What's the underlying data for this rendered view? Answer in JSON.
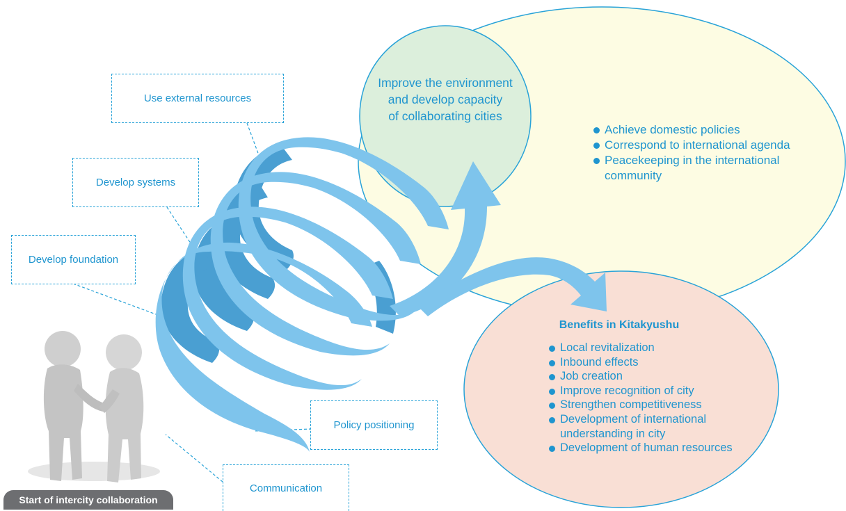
{
  "labels": {
    "use_external": "Use external resources",
    "develop_systems": "Develop systems",
    "develop_foundation": "Develop foundation",
    "policy_positioning": "Policy positioning",
    "communication": "Communication",
    "start": "Start of intercity collaboration"
  },
  "green_bubble": {
    "lines": [
      "Improve the environment",
      "and develop capacity",
      "of collaborating cities"
    ]
  },
  "yellow_bubble": {
    "items": [
      "Achieve domestic policies",
      "Correspond to international agenda",
      "Peacekeeping in the international community"
    ]
  },
  "pink_bubble": {
    "title": "Benefits in Kitakyushu",
    "items": [
      "Local revitalization",
      "Inbound effects",
      "Job creation",
      "Improve recognition of city",
      "Strengthen competitiveness",
      "Development of international understanding in city",
      "Development of human resources"
    ]
  },
  "colors": {
    "accent_text": "#1f95cf",
    "spiral_light": "#7ec4ec",
    "spiral_dark": "#4a9fd2",
    "yellow_fill": "#fdfce3",
    "green_fill": "#dcefdc",
    "pink_fill": "#f9dfd5",
    "badge_fill": "#6d6e71"
  },
  "icons": {
    "people": "two-people-handshake-icon",
    "bullet": "bullet-dot-icon"
  }
}
